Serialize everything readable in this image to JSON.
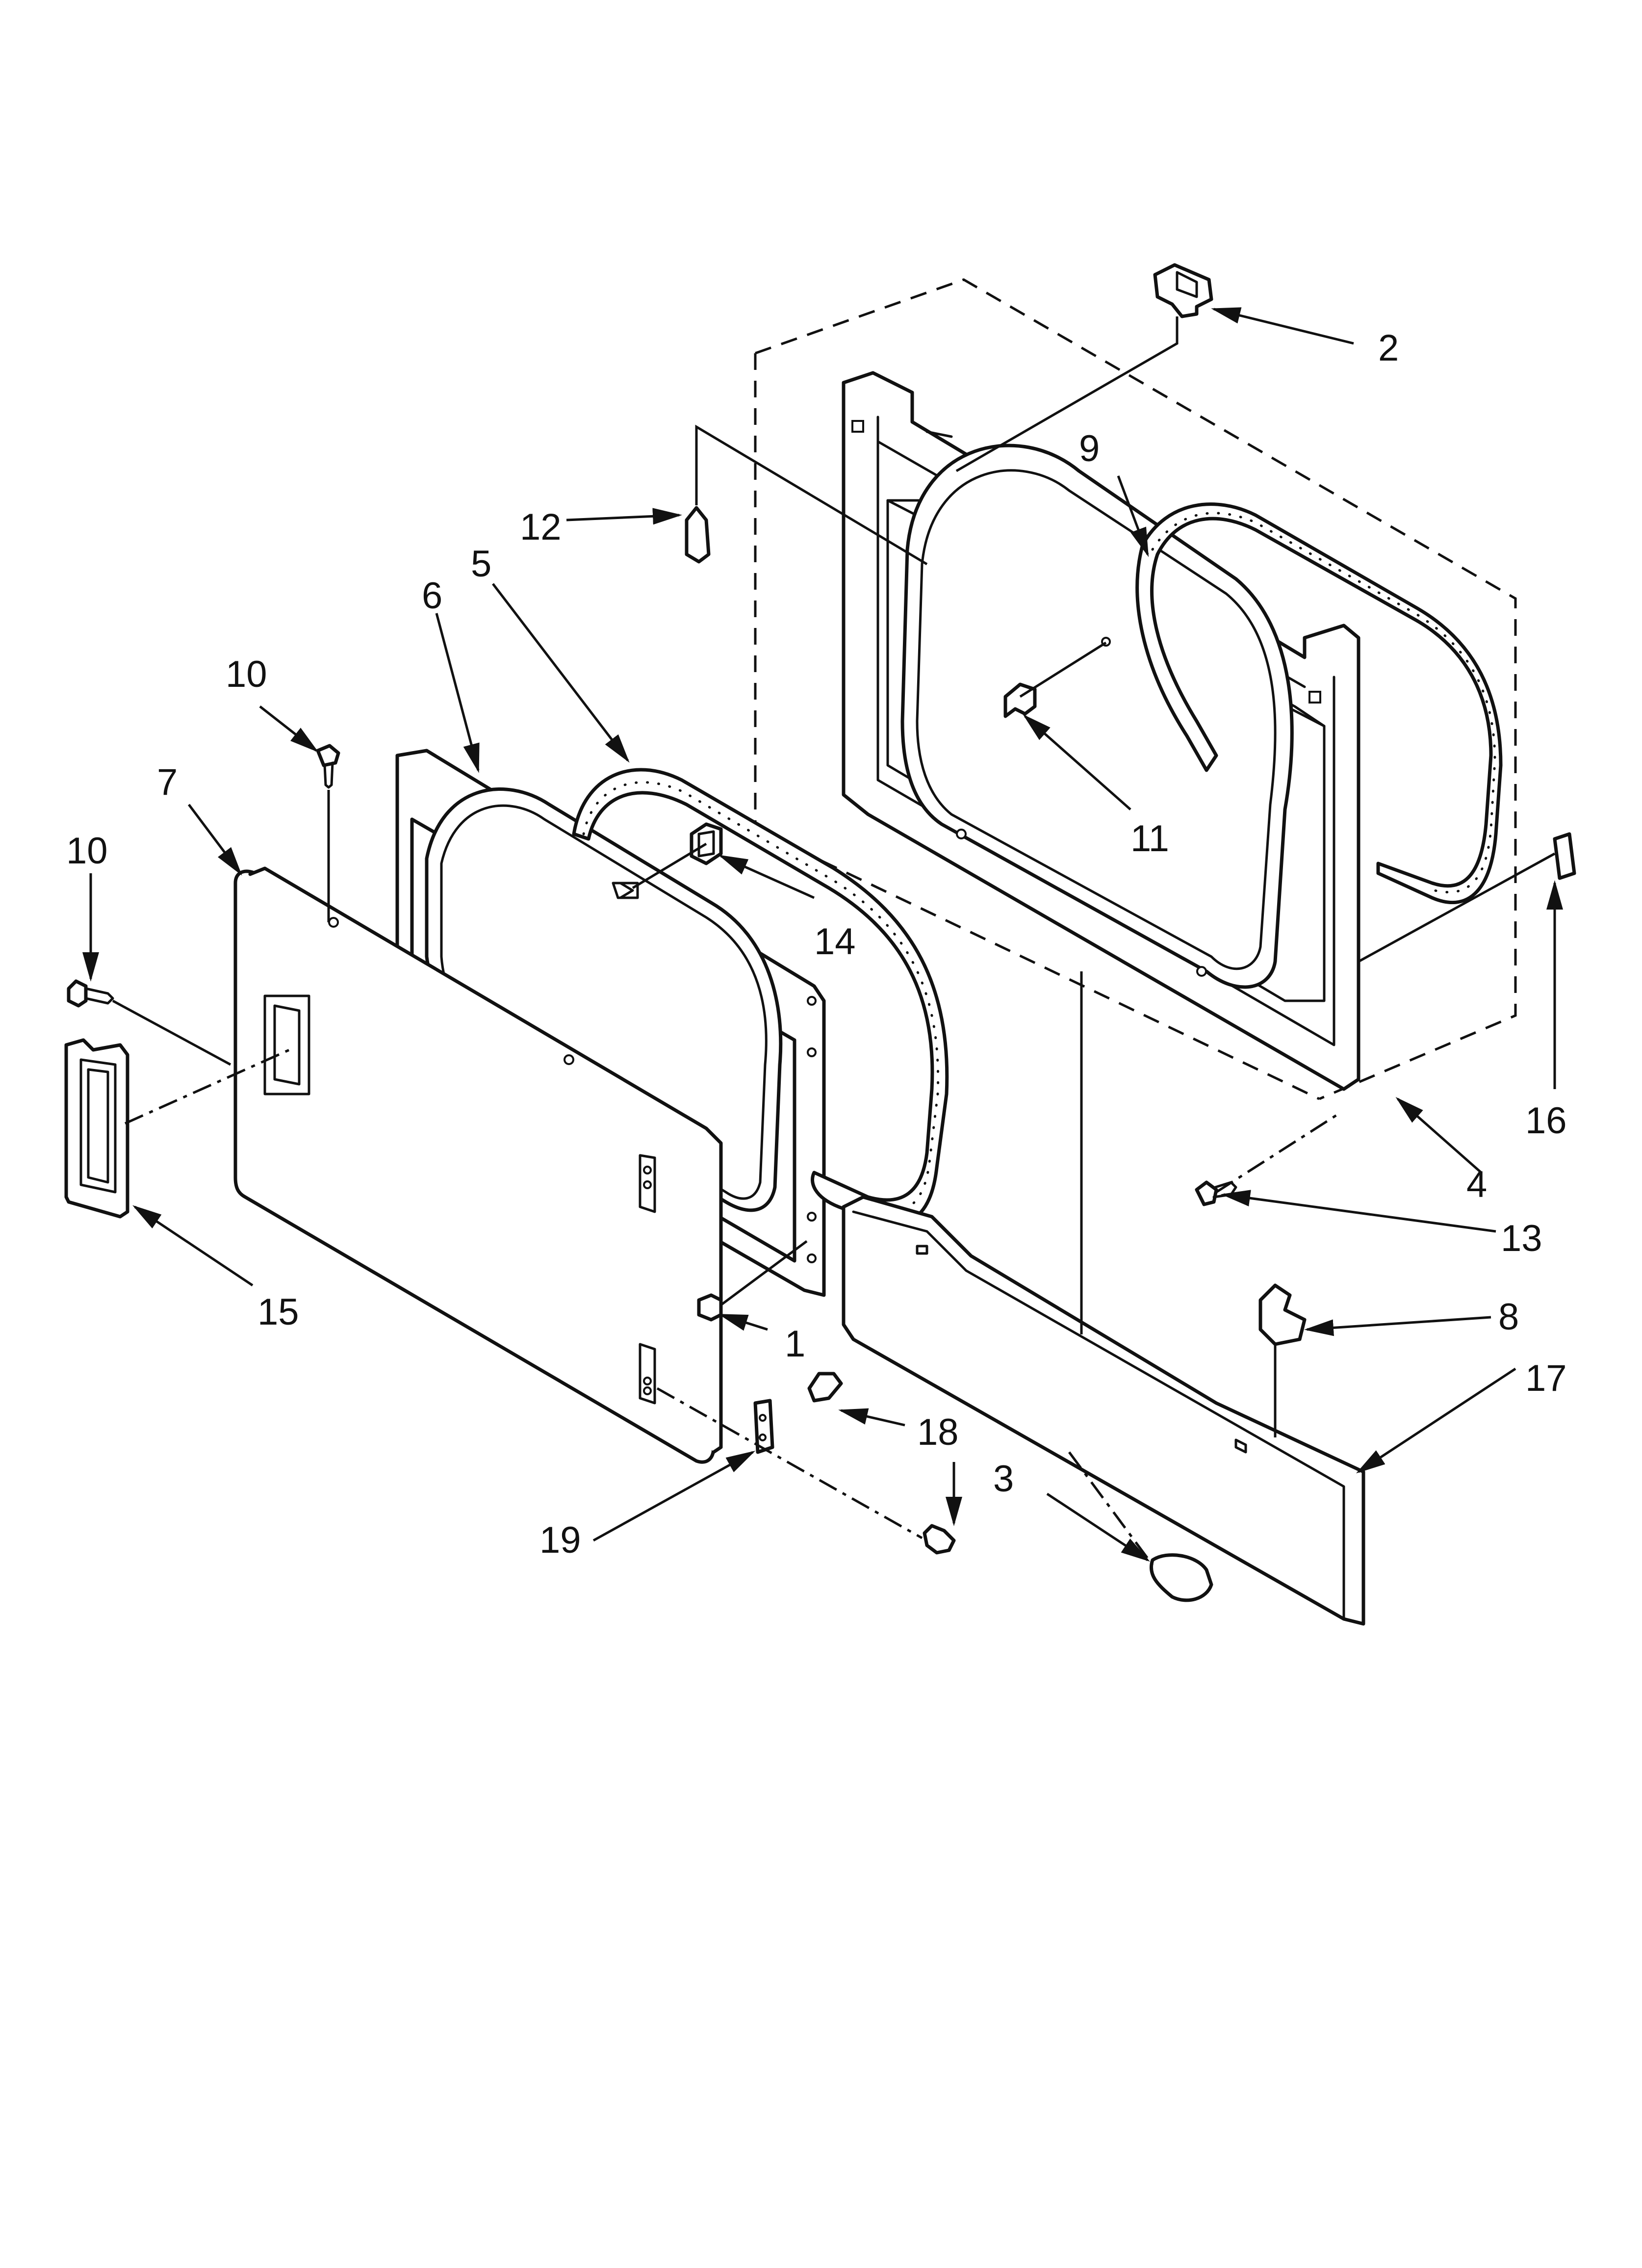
{
  "diagram": {
    "callouts": [
      {
        "id": "1",
        "label": "1"
      },
      {
        "id": "2",
        "label": "2"
      },
      {
        "id": "3",
        "label": "3"
      },
      {
        "id": "4",
        "label": "4"
      },
      {
        "id": "5",
        "label": "5"
      },
      {
        "id": "6",
        "label": "6"
      },
      {
        "id": "7",
        "label": "7"
      },
      {
        "id": "8",
        "label": "8"
      },
      {
        "id": "9",
        "label": "9"
      },
      {
        "id": "10a",
        "label": "10"
      },
      {
        "id": "10b",
        "label": "10"
      },
      {
        "id": "11",
        "label": "11"
      },
      {
        "id": "12",
        "label": "12"
      },
      {
        "id": "13",
        "label": "13"
      },
      {
        "id": "14",
        "label": "14"
      },
      {
        "id": "15",
        "label": "15"
      },
      {
        "id": "16",
        "label": "16"
      },
      {
        "id": "17",
        "label": "17"
      },
      {
        "id": "18",
        "label": "18"
      },
      {
        "id": "19",
        "label": "19"
      }
    ]
  }
}
